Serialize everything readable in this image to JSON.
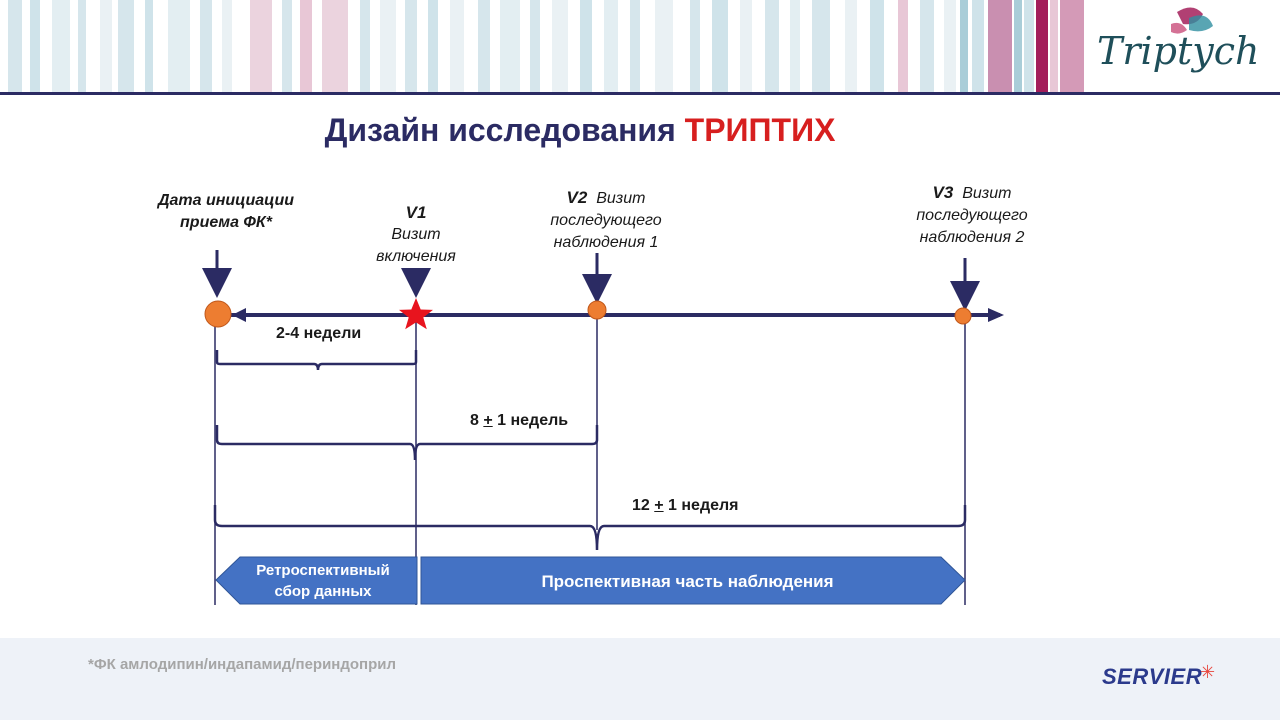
{
  "header": {
    "logo_text": "Triptych",
    "stripe_colors": [
      "#d6e6ec",
      "#e8c7d6",
      "#cfe3ea",
      "#c98fb0",
      "#a31e5b",
      "#ffffff"
    ]
  },
  "title": {
    "main": "Дизайн исследования ",
    "accent": "ТРИПТИХ",
    "accent_color": "#d71f1f"
  },
  "timeline": {
    "points": [
      {
        "id": "start",
        "lines": [
          "Дата инициации",
          "приема ФК*"
        ]
      },
      {
        "id": "v1",
        "code": "V1",
        "lines": [
          "Визит",
          "включения"
        ]
      },
      {
        "id": "v2",
        "code": "V2",
        "lines": [
          "Визит",
          "последующего",
          "наблюдения 1"
        ]
      },
      {
        "id": "v3",
        "code": "V3",
        "lines": [
          "Визит",
          "последующего",
          "наблюдения 2"
        ]
      }
    ],
    "durations": [
      {
        "id": "d1",
        "pre": "2-4 недели",
        "pm": "",
        "post": ""
      },
      {
        "id": "d2",
        "pre": "8 ",
        "pm": "+",
        "post": " 1 недель"
      },
      {
        "id": "d3",
        "pre": "12 ",
        "pm": "+",
        "post": " 1 неделя"
      }
    ],
    "phases": {
      "retro": [
        "Ретроспективный",
        "сбор данных"
      ],
      "prospective": "Проспективная часть наблюдения"
    },
    "colors": {
      "line": "#2b2b63",
      "dot": "#ed7d31",
      "star": "#e8141e",
      "phase": "#4472c4"
    }
  },
  "footer": {
    "footnote": "*ФК амлодипин/индапамид/периндоприл",
    "brand": "SERVIER",
    "brand_star": "✳"
  }
}
